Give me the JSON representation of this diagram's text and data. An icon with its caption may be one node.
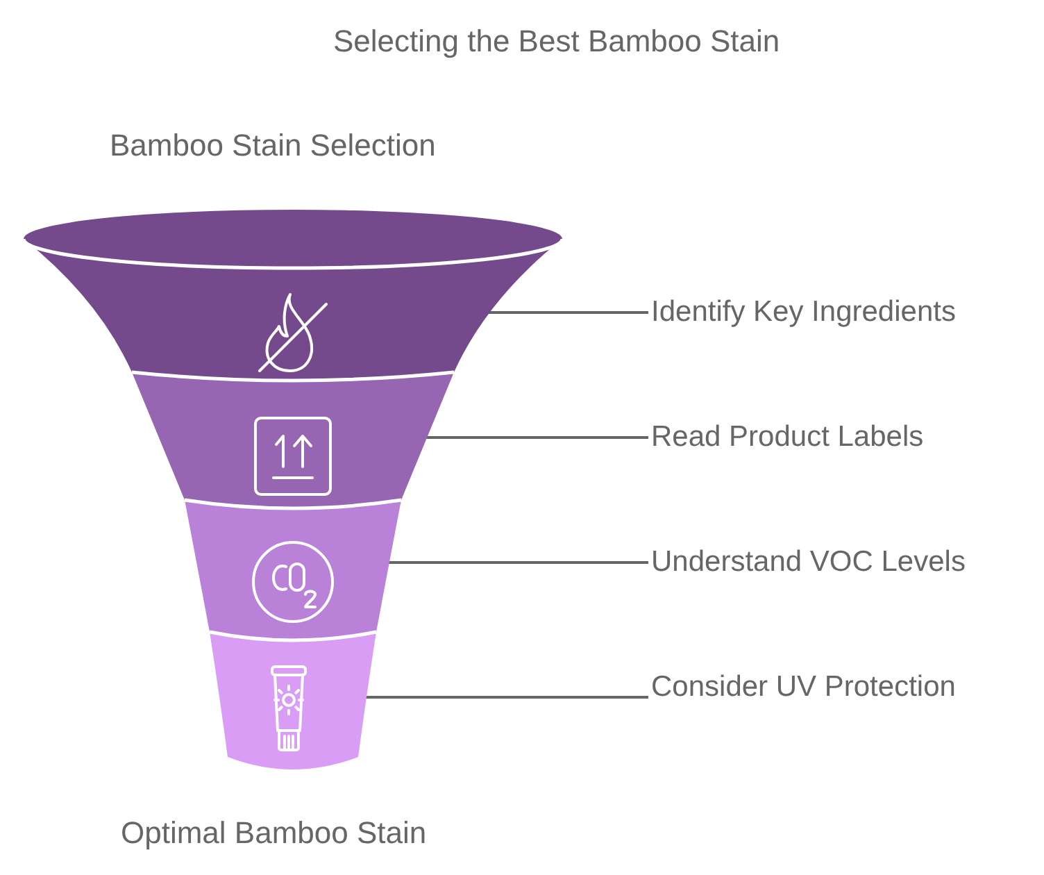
{
  "diagram": {
    "title": "Selecting the Best Bamboo Stain",
    "nodes": [
      {
        "text": [],
        "shape": "band"
      },
      {
        "text": [
          "Identify Key Ingredients"
        ]
      },
      {
        "text": [],
        "shape": "band"
      },
      {
        "text": [
          "Read Product Labels"
        ]
      },
      {
        "text": [],
        "shape": "band"
      },
      {
        "text": [
          "Understand VOC Levels"
        ]
      },
      {
        "text": [],
        "shape": "band"
      },
      {
        "text": [
          "Consider UV Protection"
        ]
      }
    ],
    "edges": [
      {
        "from": 1,
        "to": 0,
        "arrow": "none"
      },
      {
        "from": 3,
        "to": 2,
        "arrow": "none"
      },
      {
        "from": 5,
        "to": 4,
        "arrow": "none"
      },
      {
        "from": 7,
        "to": 6,
        "arrow": "none"
      }
    ],
    "labels": [
      "Bamboo Stain Selection",
      "Optimal Bamboo Stain"
    ]
  }
}
